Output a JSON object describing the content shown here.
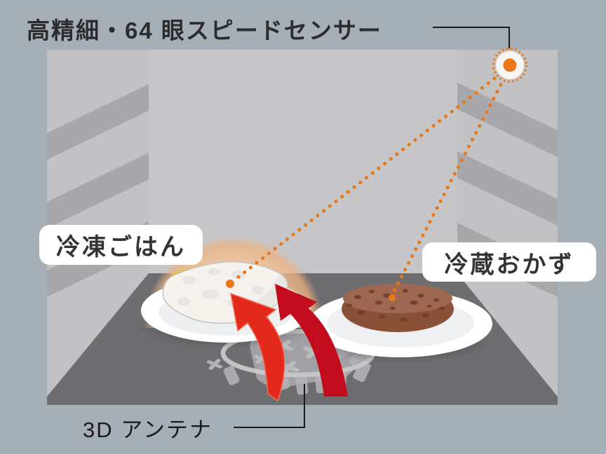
{
  "diagram": {
    "sensor_label": "高精細・64 眼スピードセンサー",
    "rice_label": "冷凍ごはん",
    "dish_label": "冷蔵おかず",
    "antenna_label": "3D アンテナ"
  },
  "icons": {
    "sensor": "speed-sensor-dot-icon",
    "sensing_rays": "dotted-sensing-ray-icon",
    "sensing_points": "sensing-point-dot-icon",
    "heat": "heat-wave-arrows-icon",
    "antenna": "3d-antenna-icon"
  },
  "colors": {
    "background": "#a6aeb6",
    "side_wall": "#c2c2c4",
    "wall_stripe": "#a8a8ab",
    "back_wall": "#c6c6c8",
    "floor": "#6e6e71",
    "accent_orange": "#e87818",
    "glow_peach": "#f0b687",
    "arrow_red_bright": "#e3291b",
    "arrow_red_dark": "#c30d1f",
    "label_background": "#ffffff",
    "text": "#2c2c2e",
    "connector_line": "#1a1a1c",
    "plate_white": "#ffffff",
    "rice_white": "#f6f2ee",
    "rice_rim_yellow": "#e9c832",
    "patty_top": "#9d6750",
    "patty_side": "#8a5138",
    "patty_speckle": "#6f3c28"
  }
}
